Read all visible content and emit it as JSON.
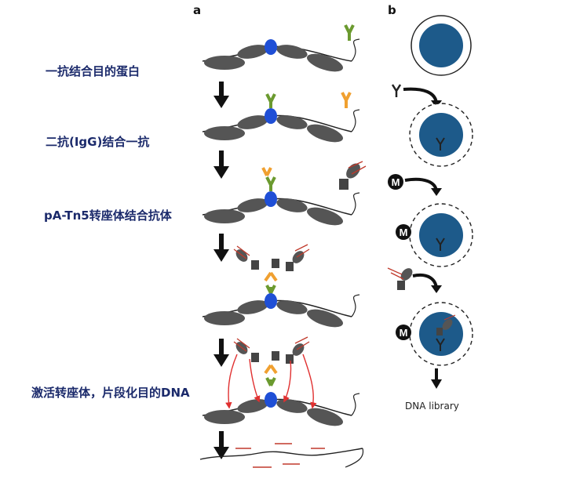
{
  "panel_a": {
    "letter": "a"
  },
  "panel_b": {
    "letter": "b"
  },
  "steps": [
    {
      "label": "一抗结合目的蛋白"
    },
    {
      "label": "二抗(IgG)结合一抗"
    },
    {
      "label": "pA-Tn5转座体结合抗体"
    },
    {
      "label": "激活转座体，片段化目的DNA"
    }
  ],
  "marker": "M",
  "library_label": "DNA library",
  "colors": {
    "label_text": "#1b2a6b",
    "nucleosome": "#555555",
    "target_protein": "#1f4fd6",
    "primary_antibody": "#6b9a2f",
    "secondary_antibody": "#f0a030",
    "transposome": "#444444",
    "cut_arrow": "#e03030",
    "nucleus": "#1d5a8a",
    "adapter_red": "#c0392b"
  }
}
